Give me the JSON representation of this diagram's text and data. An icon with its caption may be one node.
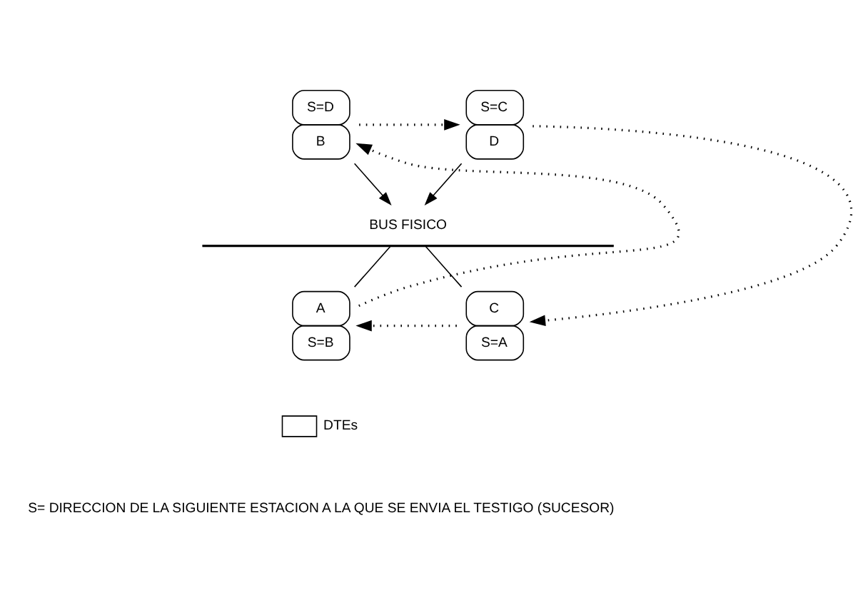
{
  "diagram": {
    "nodes": [
      {
        "text": [
          "S=D",
          "B"
        ]
      },
      {
        "text": [
          "S=C",
          "D"
        ]
      },
      {
        "text": [
          "BUS FISICO"
        ]
      },
      {
        "text": [
          "A",
          "S=B"
        ]
      },
      {
        "text": [
          "C",
          "S=A"
        ]
      }
    ],
    "edges": [
      {
        "from": 0,
        "to": 1,
        "arrow": "to",
        "style": "dashed"
      },
      {
        "from": 1,
        "to": 4,
        "arrow": "to",
        "style": "dashed"
      },
      {
        "from": 4,
        "to": 3,
        "arrow": "to",
        "style": "dashed"
      },
      {
        "from": 3,
        "to": 0,
        "arrow": "to",
        "style": "dashed"
      },
      {
        "from": 0,
        "to": 2,
        "arrow": "to"
      },
      {
        "from": 1,
        "to": 2,
        "arrow": "to"
      },
      {
        "from": 3,
        "to": 2,
        "arrow": "none"
      },
      {
        "from": 4,
        "to": 2,
        "arrow": "none"
      }
    ],
    "labels": [
      "S= DIRECCION DE LA SIGUIENTE ESTACION A LA QUE SE ENVIA EL TESTIGO (SUCESOR)"
    ],
    "legend": [
      {
        "text": "DTEs"
      }
    ]
  }
}
